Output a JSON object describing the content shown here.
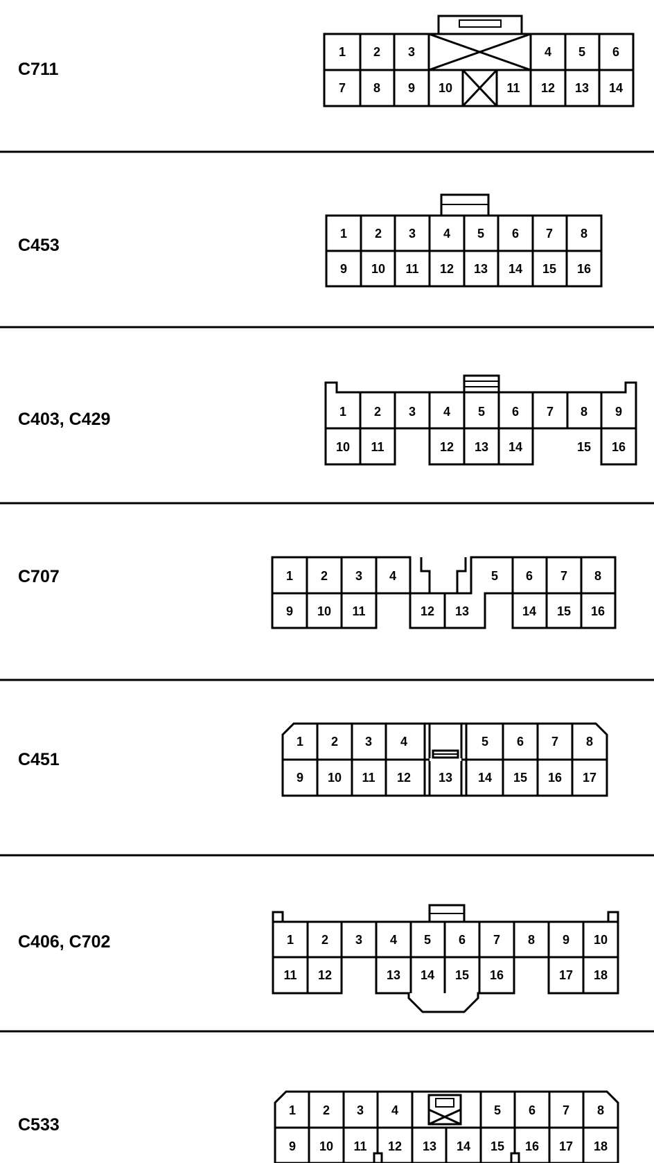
{
  "connectors": [
    {
      "label": "C711",
      "rows": [
        [
          "1",
          "2",
          "3",
          "4",
          "5",
          "6"
        ],
        [
          "7",
          "8",
          "9",
          "10",
          "11",
          "12",
          "13",
          "14"
        ]
      ]
    },
    {
      "label": "C453",
      "rows": [
        [
          "1",
          "2",
          "3",
          "4",
          "5",
          "6",
          "7",
          "8"
        ],
        [
          "9",
          "10",
          "11",
          "12",
          "13",
          "14",
          "15",
          "16"
        ]
      ]
    },
    {
      "label": "C403, C429",
      "rows": [
        [
          "1",
          "2",
          "3",
          "4",
          "5",
          "6",
          "7",
          "8",
          "9"
        ],
        [
          "10",
          "11",
          "12",
          "13",
          "14",
          "15",
          "16"
        ]
      ]
    },
    {
      "label": "C707",
      "rows": [
        [
          "1",
          "2",
          "3",
          "4",
          "5",
          "6",
          "7",
          "8"
        ],
        [
          "9",
          "10",
          "11",
          "12",
          "13",
          "14",
          "15",
          "16"
        ]
      ]
    },
    {
      "label": "C451",
      "rows": [
        [
          "1",
          "2",
          "3",
          "4",
          "5",
          "6",
          "7",
          "8"
        ],
        [
          "9",
          "10",
          "11",
          "12",
          "13",
          "14",
          "15",
          "16",
          "17"
        ]
      ]
    },
    {
      "label": "C406, C702",
      "rows": [
        [
          "1",
          "2",
          "3",
          "4",
          "5",
          "6",
          "7",
          "8",
          "9",
          "10"
        ],
        [
          "11",
          "12",
          "13",
          "14",
          "15",
          "16",
          "17",
          "18"
        ]
      ]
    },
    {
      "label": "C533",
      "rows": [
        [
          "1",
          "2",
          "3",
          "4",
          "5",
          "6",
          "7",
          "8"
        ],
        [
          "9",
          "10",
          "11",
          "12",
          "13",
          "14",
          "15",
          "16",
          "17",
          "18"
        ]
      ]
    }
  ]
}
